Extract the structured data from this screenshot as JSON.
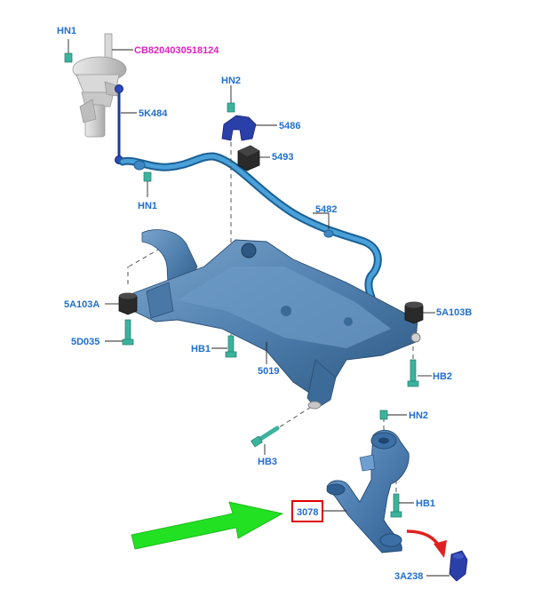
{
  "diagram": {
    "labels": {
      "hn1_top": "HN1",
      "cb_code": "CB8204030518124",
      "link_5k484": "5K484",
      "hn1_bottom": "HN1",
      "hn2_top": "HN2",
      "clamp_5486": "5486",
      "bush_5493": "5493",
      "bar_5482": "5482",
      "mount_5a103a": "5A103A",
      "bolt_5d035": "5D035",
      "bolt_hb1_mid": "HB1",
      "frame_5019": "5019",
      "mount_5a103b": "5A103B",
      "bolt_hb2": "HB2",
      "nut_hn2_arm": "HN2",
      "bolt_hb3": "HB3",
      "bolt_hb1_arm": "HB1",
      "arm_3078": "3078",
      "joint_3a238": "3A238"
    },
    "colors": {
      "label_blue": "#1f6fd1",
      "label_magenta": "#e020c0",
      "highlight_box": "#e00000",
      "green_arrow": "#22e022",
      "red_arrow": "#e02020",
      "part_steel_blue": "#4f7fae",
      "bolt_teal": "#3cb39c"
    }
  }
}
